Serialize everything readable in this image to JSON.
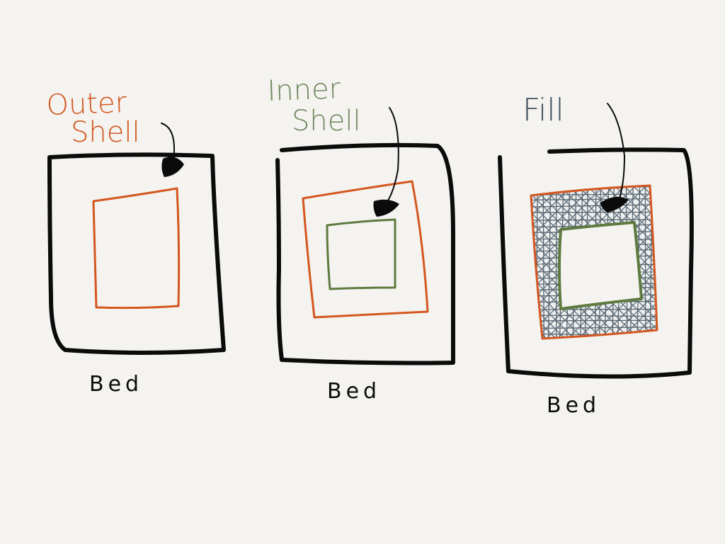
{
  "colors": {
    "background": "#f4f3f0",
    "ink": "#0b0b0b",
    "outer_shell": "#d4561f",
    "inner_shell": "#5e7a40",
    "fill": "#3f4f5c"
  },
  "panels": [
    {
      "label_lines": [
        "Outer",
        "Shell"
      ],
      "label_color": "#d4561f",
      "bed_label": "Bed"
    },
    {
      "label_lines": [
        "Inner",
        "Shell"
      ],
      "label_color": "#6f8a5e",
      "bed_label": "Bed"
    },
    {
      "label_lines": [
        "Fill"
      ],
      "label_color": "#3f4f5c",
      "bed_label": "Bed"
    }
  ]
}
